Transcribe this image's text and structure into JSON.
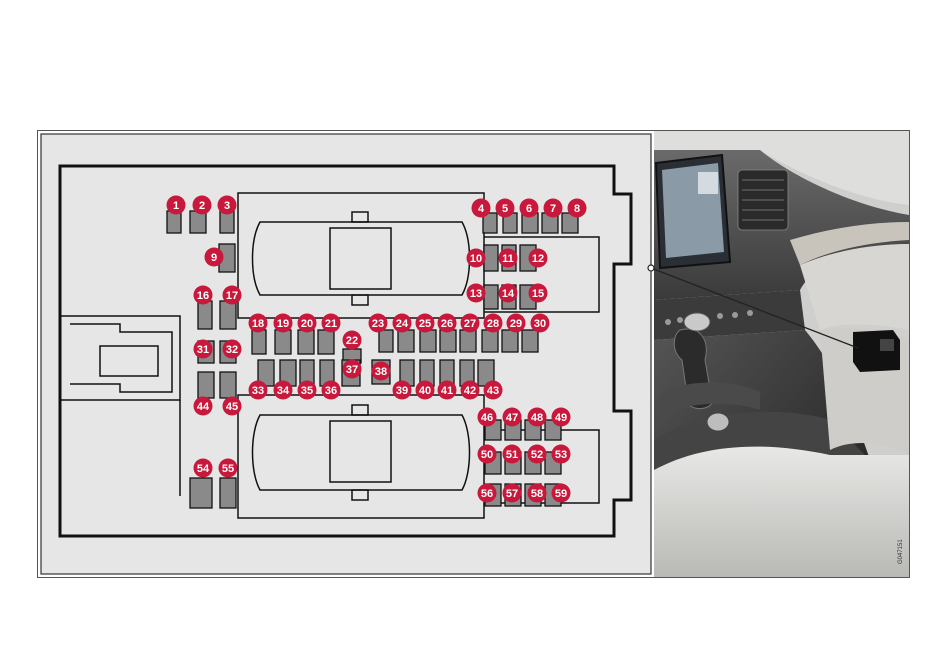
{
  "colors": {
    "page_background": "#ffffff",
    "panel_background": "#e6e6e6",
    "fuse_fill": "#8a8a8a",
    "badge_red": "#c8193c",
    "badge_text": "#ffffff",
    "outline": "#111111"
  },
  "diagram": {
    "figure_code": "G047151",
    "fuse_numbers": [
      "1",
      "2",
      "3",
      "4",
      "5",
      "6",
      "7",
      "8",
      "9",
      "10",
      "11",
      "12",
      "13",
      "14",
      "15",
      "16",
      "17",
      "18",
      "19",
      "20",
      "21",
      "22",
      "23",
      "24",
      "25",
      "26",
      "27",
      "28",
      "29",
      "30",
      "31",
      "32",
      "33",
      "34",
      "35",
      "36",
      "37",
      "38",
      "39",
      "40",
      "41",
      "42",
      "43",
      "44",
      "45",
      "46",
      "47",
      "48",
      "49",
      "50",
      "51",
      "52",
      "53",
      "54",
      "55",
      "56",
      "57",
      "58",
      "59"
    ]
  },
  "photo": {
    "description_icon": "car-interior-tunnel-console-photo"
  }
}
